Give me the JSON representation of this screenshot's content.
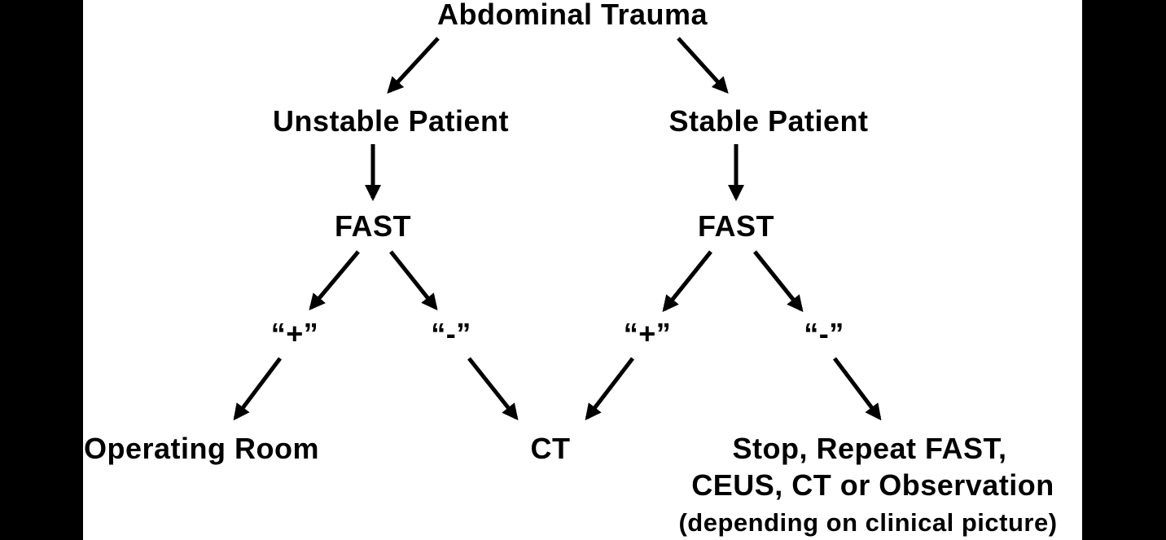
{
  "colors": {
    "background": "#ffffff",
    "frame": "#000000",
    "text": "#000000",
    "arrow": "#000000"
  },
  "nodes": {
    "root": "Abdominal Trauma",
    "unstable": "Unstable Patient",
    "stable": "Stable Patient",
    "fast_left": "FAST",
    "fast_right": "FAST",
    "pos_left": "“+”",
    "neg_left": "“-”",
    "pos_right": "“+”",
    "neg_right": "“-”",
    "operating_room": "Operating Room",
    "ct": "CT",
    "stop_line1": "Stop, Repeat FAST,",
    "stop_line2": "CEUS, CT or Observation",
    "stop_line3": "(depending on clinical picture)"
  },
  "edges": [
    {
      "from": "root",
      "to": "unstable"
    },
    {
      "from": "root",
      "to": "stable"
    },
    {
      "from": "unstable",
      "to": "fast_left"
    },
    {
      "from": "stable",
      "to": "fast_right"
    },
    {
      "from": "fast_left",
      "to": "pos_left"
    },
    {
      "from": "fast_left",
      "to": "neg_left"
    },
    {
      "from": "fast_right",
      "to": "pos_right"
    },
    {
      "from": "fast_right",
      "to": "neg_right"
    },
    {
      "from": "pos_left",
      "to": "operating_room"
    },
    {
      "from": "neg_left",
      "to": "ct"
    },
    {
      "from": "pos_right",
      "to": "ct"
    },
    {
      "from": "neg_right",
      "to": "stop"
    }
  ]
}
